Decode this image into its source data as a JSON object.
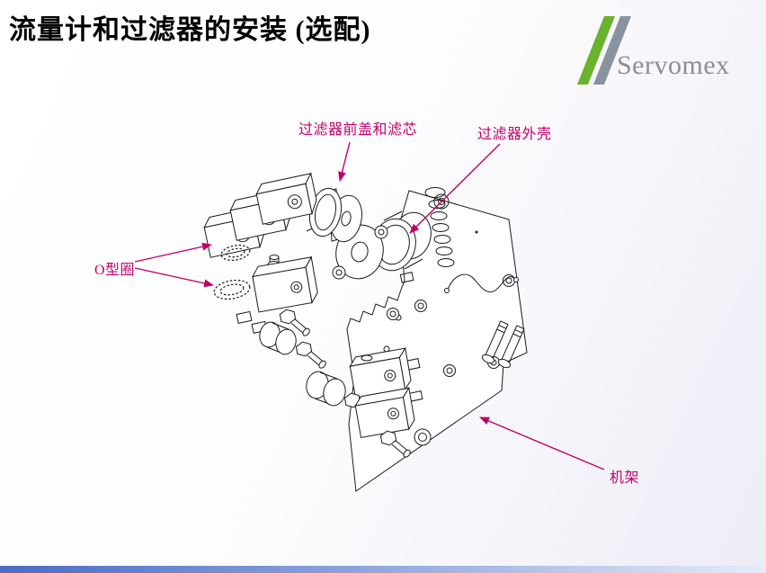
{
  "title": "流量计和过滤器的安装 (选配)",
  "logo": {
    "text": "Servomex"
  },
  "callouts": {
    "filter_cover": "过滤器前盖和滤芯",
    "filter_housing": "过滤器外壳",
    "o_ring": "O型圈",
    "frame": "机架"
  },
  "colors": {
    "callout_text": "#c0006a",
    "title_text": "#000000",
    "logo_text": "#8e8e8e",
    "logo_stripe_green": "#6ab32f",
    "logo_stripe_gray": "#8a929e",
    "footer_bar_left": "#4a6cc4",
    "footer_bar_right": "#e6ecf8",
    "line_art": "#1a1a1a"
  }
}
